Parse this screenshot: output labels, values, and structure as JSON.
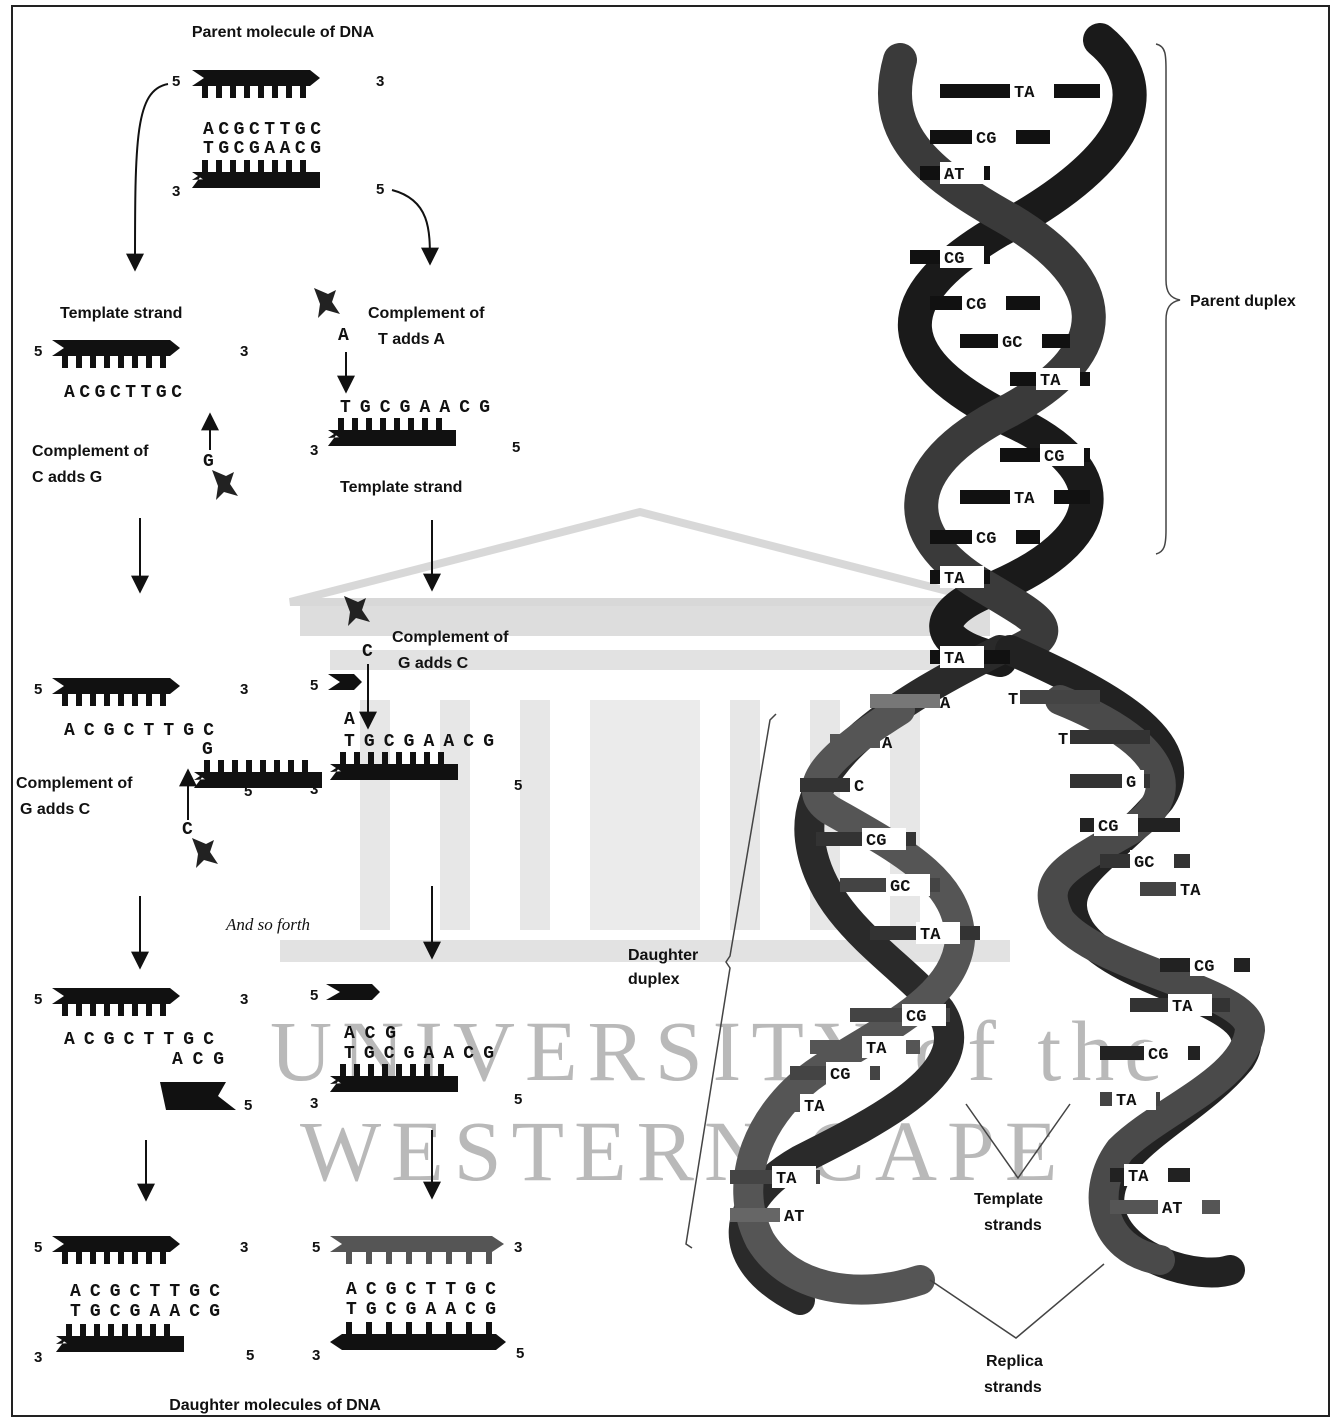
{
  "title": "Parent molecule of DNA",
  "footer": "Daughter molecules of DNA",
  "watermark": {
    "line1": "UNIVERSITY of the",
    "line2": "WESTERN CAPE"
  },
  "ends": {
    "five": "5",
    "three": "3"
  },
  "parent": {
    "top_seq": "ACGCTTGC",
    "bottom_seq": "TGCGAACG"
  },
  "step1": {
    "left_label": "Template strand",
    "left_seq": "ACGCTTGC",
    "left_annotation_line1": "Complement of",
    "left_annotation_line2": "C adds G",
    "left_incoming": "G",
    "right_annotation_line1": "Complement of",
    "right_annotation_line2": "T adds A",
    "right_incoming": "A",
    "right_seq": "TGCGAACG",
    "right_label": "Template strand"
  },
  "step2": {
    "left_seq": "ACGCTTGC",
    "left_added": "G",
    "left_annotation_line1": "Complement of",
    "left_annotation_line2": "G adds C",
    "left_incoming": "C",
    "right_annotation_line1": "Complement of",
    "right_annotation_line2": "G adds C",
    "right_incoming": "C",
    "right_added": "A",
    "right_seq": "TGCGAACG"
  },
  "and_so_forth": "And so forth",
  "step3": {
    "left_seq": "ACGCTTGC",
    "left_added": "ACG",
    "right_added": "ACG",
    "right_seq": "TGCGAACG"
  },
  "daughters": {
    "left": {
      "top": "ACGCTTGC",
      "bottom": "TGCGAACG"
    },
    "right": {
      "top": "ACGCTTGC",
      "bottom": "TGCGAACG"
    }
  },
  "helix": {
    "parent_duplex": "Parent duplex",
    "daughter_duplex_line1": "Daughter",
    "daughter_duplex_line2": "duplex",
    "template_strands_line1": "Template",
    "template_strands_line2": "strands",
    "replica_strands_line1": "Replica",
    "replica_strands_line2": "strands",
    "parent_pairs": [
      "TA",
      "CG",
      "AT",
      "CG",
      "CG",
      "GC",
      "TA",
      "CG",
      "TA",
      "CG",
      "TA",
      "TA"
    ],
    "fork_bases": [
      "A",
      "T",
      "A",
      "T"
    ],
    "left_daughter_bases": [
      "C",
      "CG",
      "GC",
      "TA",
      "CG",
      "TA",
      "CG",
      "TA",
      "TA",
      "AT"
    ],
    "right_daughter_bases": [
      "G",
      "CG",
      "GC",
      "TA",
      "CG",
      "TA",
      "CG",
      "TA",
      "TA",
      "AT"
    ]
  }
}
